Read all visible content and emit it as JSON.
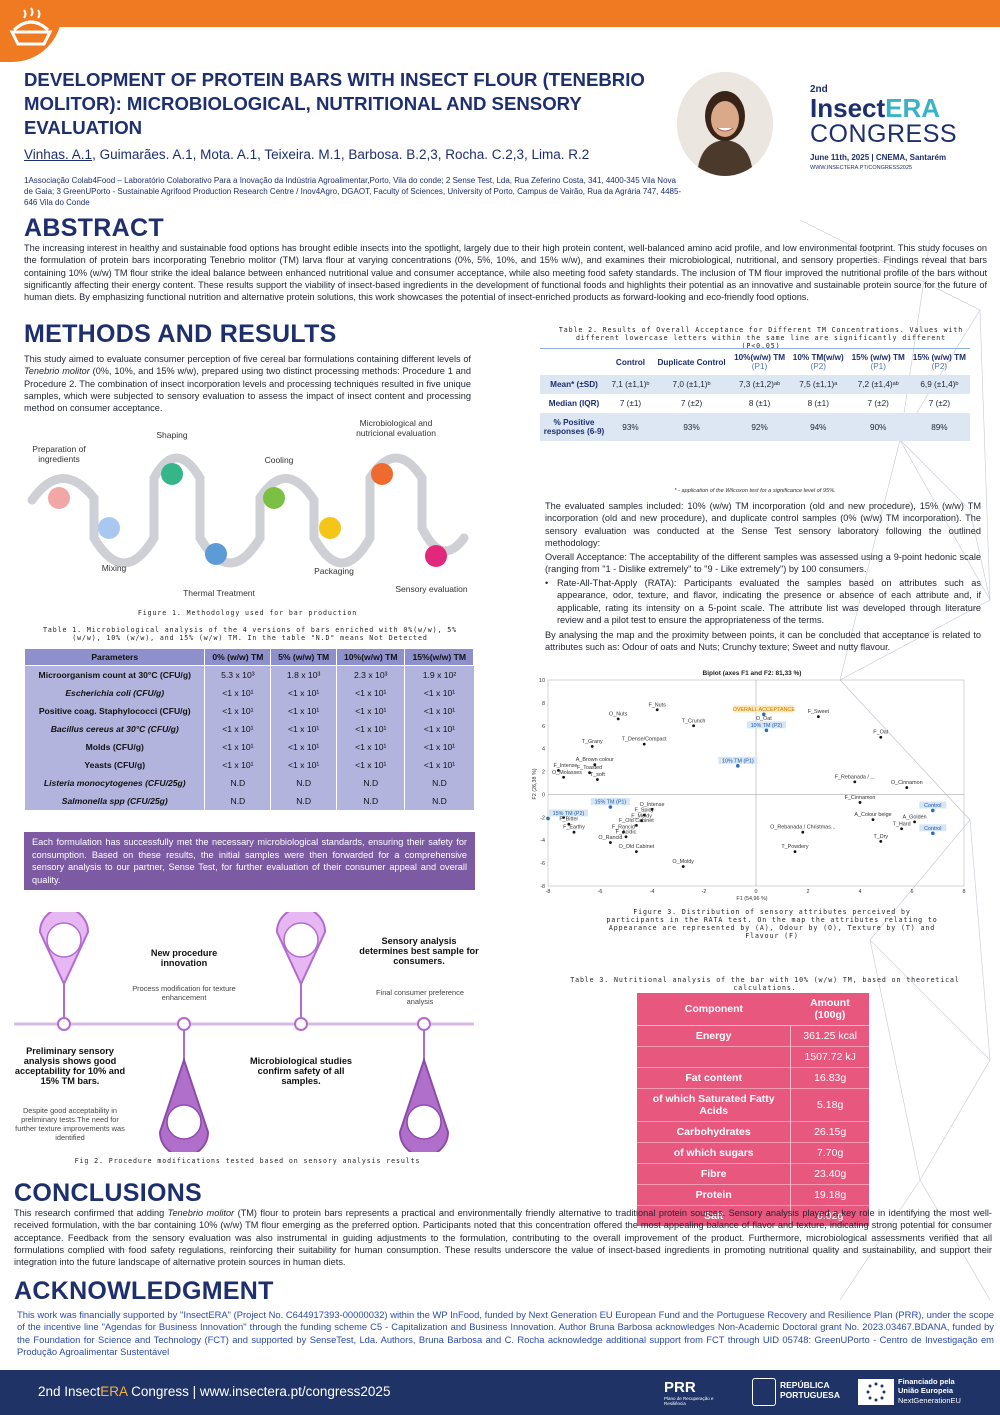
{
  "header": {
    "title": "DEVELOPMENT OF PROTEIN BARS WITH INSECT FLOUR (TENEBRIO MOLITOR): MICROBIOLOGICAL, NUTRITIONAL AND SENSORY EVALUATION",
    "first_author": "Vinhas. A.1",
    "other_authors": ", Guimarães. A.1, Mota. A.1, Teixeira. M.1, Barbosa. B.2,3, Rocha. C.2,3, Lima. R.2",
    "affiliations": "1Associação Colab4Food – Laboratório Colaborativo Para a Inovação da Indústria Agroalimentar,Porto, Vila do conde; 2 Sense Test, Lda, Rua Zeferino Costa, 341, 4400-345 Vila Nova de Gaia; 3 GreenUPorto - Sustainable Agrifood Production Research Centre / Inov4Agro, DGAOT, Faculty of Sciences, University of Porto, Campus de Vairão, Rua da Agrária 747, 4485-646 Vila do Conde"
  },
  "congress": {
    "edition": "2nd",
    "name_part1": "Insect",
    "name_part2": "ERA",
    "word": "CONGRESS",
    "date_place": "June 11th, 2025 | CNEMA, Santarém",
    "url": "WWW.INSECTERA.PT/CONGRESS2025"
  },
  "abstract": {
    "heading": "ABSTRACT",
    "text": "The increasing interest in healthy and sustainable food options has brought edible insects into the spotlight, largely due to their high protein content, well-balanced amino acid profile, and low environmental footprint. This study focuses on the formulation of protein bars incorporating Tenebrio molitor (TM) larva flour at varying concentrations (0%, 5%, 10%, and 15% w/w), and examines their microbiological, nutritional, and sensory properties. Findings reveal that bars containing 10% (w/w) TM flour strike the ideal balance between enhanced nutritional value and consumer acceptance, while also meeting food safety standards. The inclusion of TM flour improved the nutritional profile of the bars without significantly affecting their energy content. These results support the viability of insect-based ingredients in the development of functional foods and highlights their potential as an innovative and sustainable protein source for the future of human diets. By emphasizing functional nutrition and alternative protein solutions, this work showcases the potential of insect-enriched products as forward-looking and eco-friendly food options."
  },
  "methods": {
    "heading": "METHODS AND RESULTS",
    "intro_a": "This study aimed to evaluate consumer perception of five cereal bar formulations containing different levels of ",
    "intro_species": "Tenebrio molitor",
    "intro_b": " (0%, 10%, and 15% w/w), prepared using two distinct processing methods: Procedure 1 and Procedure 2. The combination of insect incorporation levels and processing techniques resulted in five unique samples, which were subjected to sensory evaluation to assess the impact of insect content and processing method on consumer acceptance.",
    "figure1_steps": {
      "preparation": "Preparation of ingredients",
      "mixing": "Mixing",
      "shaping": "Shaping",
      "thermal": "Thermal Treatment",
      "cooling": "Cooling",
      "packaging": "Packaging",
      "micro": "Microbiological and nutricional evaluation",
      "sensory": "Sensory evaluation"
    },
    "figure1_caption": "Figure 1. Methodology used for bar production",
    "table1_caption": "Table 1. Microbiological analysis of the 4 versions of bars enriched with 0%(w/w), 5% (w/w), 10% (w/w), and 15% (w/w) TM. In the table \"N.D\" means Not Detected",
    "table1_headers": [
      "Parameters",
      "0% (w/w) TM",
      "5% (w/w) TM",
      "10%(w/w) TM",
      "15%(w/w) TM"
    ],
    "table1_rows": [
      [
        "Microorganism count at 30°C (CFU/g)",
        "5.3 x 10³",
        "1.8 x 10³",
        "2.3 x 10³",
        "1.9 x 10²"
      ],
      [
        "Escherichia coli (CFU/g)",
        "<1 x 10¹",
        "<1 x 10¹",
        "<1 x 10¹",
        "<1 x 10¹"
      ],
      [
        "Positive coag. Staphylococci (CFU/g)",
        "<1 x 10¹",
        "<1 x 10¹",
        "<1 x 10¹",
        "<1 x 10¹"
      ],
      [
        "Bacillus cereus at 30°C (CFU/g)",
        "<1 x 10¹",
        "<1 x 10¹",
        "<1 x 10¹",
        "<1 x 10¹"
      ],
      [
        "Molds (CFU/g)",
        "<1 x 10¹",
        "<1 x 10¹",
        "<1 x 10¹",
        "<1 x 10¹"
      ],
      [
        "Yeasts (CFU/g)",
        "<1 x 10¹",
        "<1 x 10¹",
        "<1 x 10¹",
        "<1 x 10¹"
      ],
      [
        "Listeria monocytogenes (CFU/25g)",
        "N.D",
        "N.D",
        "N.D",
        "N.D"
      ],
      [
        "Salmonella spp (CFU/25g)",
        "N.D",
        "N.D",
        "N.D",
        "N.D"
      ]
    ],
    "table1_summary": "Each formulation has successfully met the necessary microbiological standards, ensuring their safety for consumption. Based on these results, the initial samples were then forwarded for a comprehensive sensory analysis to our partner, Sense Test, for further evaluation of their consumer appeal and overall quality.",
    "figure2": {
      "step1_bold": "Preliminary sensory analysis shows good acceptability for 10% and 15% TM bars.",
      "step1_note": "Despite good acceptability in preliminary tests.The need for further texture improvements was identified",
      "step2_bold": "New procedure innovation",
      "step2_note": "Process modification for texture enhancement",
      "step3_bold": "Microbiological studies confirm safety of all samples.",
      "step4_bold": "Sensory analysis determines best sample for consumers.",
      "step4_note": "Final consumer preference analysis",
      "caption": "Fig 2. Procedure modifications tested based on sensory analysis results"
    }
  },
  "table2": {
    "caption": "Table 2. Results of Overall Acceptance for Different TM Concentrations. Values with different lowercase letters within the same line are significantly different (P<0,05)",
    "headers": [
      {
        "main": "Control",
        "sub": ""
      },
      {
        "main": "Duplicate Control",
        "sub": ""
      },
      {
        "main": "10%(w/w) TM",
        "sub": "(P1)"
      },
      {
        "main": "10% TM(w/w)",
        "sub": "(P2)"
      },
      {
        "main": "15% (w/w) TM",
        "sub": "(P1)"
      },
      {
        "main": "15% (w/w) TM",
        "sub": "(P2)"
      }
    ],
    "rows": [
      {
        "label": "Mean* (±SD)",
        "values": [
          "7,1 (±1,1)ᵇ",
          "7,0 (±1,1)ᵇ",
          "7,3 (±1,2)ᵃᵇ",
          "7,5 (±1,1)ᵃ",
          "7,2 (±1,4)ᵃᵇ",
          "6,9 (±1,4)ᵇ"
        ],
        "shade": true
      },
      {
        "label": "Median (IQR)",
        "values": [
          "7 (±1)",
          "7 (±2)",
          "8 (±1)",
          "8 (±1)",
          "7 (±2)",
          "7 (±2)"
        ],
        "shade": false
      },
      {
        "label": "% Positive responses (6-9)",
        "values": [
          "93%",
          "93%",
          "92%",
          "94%",
          "90%",
          "89%"
        ],
        "shade": true
      }
    ],
    "footnote": "* - application of the Wilcoxon test for a significance level of 95%."
  },
  "sensory": {
    "p1": "The evaluated samples included: 10% (w/w) TM incorporation (old and new procedure), 15% (w/w) TM incorporation (old and new procedure), and duplicate control samples (0% (w/w) TM incorporation). The sensory evaluation was conducted at the Sense Test sensory laboratory following the outlined methodology:",
    "p2": "Overall Acceptance: The acceptability of the different samples was assessed using a 9-point hedonic scale (ranging from \"1 - Dislike extremely\" to \"9 - Like extremely\") by 100 consumers.",
    "bullet": "Rate-All-That-Apply (RATA): Participants evaluated the samples based on attributes such as appearance, odor, texture, and flavor, indicating the presence or absence of each attribute and, if applicable, rating its intensity on a 5-point scale. The attribute list was developed through literature review and a pilot test to ensure the appropriateness of the terms.",
    "p3": "By analysing the map and the proximity between points, it can be concluded that acceptance is related to attributes such as: Odour of oats and Nuts; Crunchy texture; Sweet and nutty flavour."
  },
  "chart_data": {
    "type": "scatter",
    "title": "Biplot (axes F1 and F2: 81,33 %)",
    "xlabel": "F1 (54,96 %)",
    "ylabel": "F2 (26,38 %)",
    "xlim": [
      -8,
      8
    ],
    "ylim": [
      -8,
      10
    ],
    "x_ticks": [
      "-8",
      "-6",
      "-4",
      "-2",
      "0",
      "2",
      "4",
      "6",
      "8"
    ],
    "y_ticks": [
      "10",
      "8",
      "6",
      "4",
      "2",
      "0",
      "-2",
      "-4",
      "-6",
      "-8"
    ],
    "grid": false,
    "series": [
      {
        "name": "Attributes",
        "color": "#111111",
        "points": [
          {
            "label": "F_Nuts",
            "x": -3.8,
            "y": 7.4
          },
          {
            "label": "O_Nuts",
            "x": -5.3,
            "y": 6.6
          },
          {
            "label": "T_Crunch",
            "x": -2.4,
            "y": 6.0
          },
          {
            "label": "O_Oat",
            "x": 0.3,
            "y": 6.2
          },
          {
            "label": "F_Sweet",
            "x": 2.4,
            "y": 6.8
          },
          {
            "label": "F_Oat",
            "x": 4.8,
            "y": 5.0
          },
          {
            "label": "T_Grany",
            "x": -6.3,
            "y": 4.2
          },
          {
            "label": "T_Dense/Compact",
            "x": -4.3,
            "y": 4.4
          },
          {
            "label": "A_Brown colour",
            "x": -6.2,
            "y": 2.6
          },
          {
            "label": "F_Intense",
            "x": -7.6,
            "y": 2.1
          },
          {
            "label": "F_Toasted",
            "x": -6.4,
            "y": 1.9
          },
          {
            "label": "O_Molasses",
            "x": -7.4,
            "y": 1.5
          },
          {
            "label": "T_soft",
            "x": -6.1,
            "y": 1.3
          },
          {
            "label": "F_Rebanada / ...",
            "x": 3.8,
            "y": 1.1
          },
          {
            "label": "O_Cinnamon",
            "x": 5.8,
            "y": 0.6
          },
          {
            "label": "F_Cinnamon",
            "x": 4.0,
            "y": -0.7
          },
          {
            "label": "F_Persistent",
            "x": -7.4,
            "y": -2.0
          },
          {
            "label": "F_Bitter",
            "x": -7.2,
            "y": -2.6
          },
          {
            "label": "F_Earthy",
            "x": -7.0,
            "y": -3.3
          },
          {
            "label": "O_Intense",
            "x": -4.0,
            "y": -1.3
          },
          {
            "label": "F_Spicy",
            "x": -4.3,
            "y": -1.8
          },
          {
            "label": "F_Moldy",
            "x": -4.4,
            "y": -2.3
          },
          {
            "label": "F_Old Cabinet",
            "x": -4.6,
            "y": -2.7
          },
          {
            "label": "F_Rancid",
            "x": -5.1,
            "y": -3.3
          },
          {
            "label": "F_Acidic",
            "x": -5.0,
            "y": -3.7
          },
          {
            "label": "O_Rancid",
            "x": -5.6,
            "y": -4.2
          },
          {
            "label": "O_Old Cabinet",
            "x": -4.6,
            "y": -5.0
          },
          {
            "label": "O_Moldy",
            "x": -2.8,
            "y": -6.3
          },
          {
            "label": "A_Colour beige",
            "x": 4.5,
            "y": -2.2
          },
          {
            "label": "T_Hard",
            "x": 5.6,
            "y": -3.0
          },
          {
            "label": "A_Golden",
            "x": 6.1,
            "y": -2.4
          },
          {
            "label": "T_Dry",
            "x": 4.8,
            "y": -4.1
          },
          {
            "label": "O_Rebanada / Christmas...",
            "x": 1.8,
            "y": -3.3
          },
          {
            "label": "T_Powdery",
            "x": 1.5,
            "y": -5.0
          }
        ]
      },
      {
        "name": "Samples",
        "color": "#2a6fb5",
        "points": [
          {
            "label": "OVERALL ACCEPTANCE",
            "x": 0.3,
            "y": 7.0
          },
          {
            "label": "10% TM (P2)",
            "x": 0.4,
            "y": 5.6
          },
          {
            "label": "10% TM (P1)",
            "x": -0.7,
            "y": 2.5
          },
          {
            "label": "15% TM (P1)",
            "x": -5.6,
            "y": -1.1
          },
          {
            "label": "15% TM (P2)",
            "x": -8.0,
            "y": -2.1
          },
          {
            "label": "Control",
            "x": 6.8,
            "y": -1.4
          },
          {
            "label": "Control",
            "x": 6.8,
            "y": -3.4
          }
        ]
      }
    ]
  },
  "figure3_caption": "Figure 3. Distribution of sensory attributes perceived by participants in the RATA test. On the map the attributes relating to Appearance are represented by (A), Odour by (O), Texture by (T) and Flavour (F)",
  "table3": {
    "caption": "Table 3. Nutritional analysis of the bar with 10% (w/w) TM, based on theoretical calculations.",
    "headers": [
      "Component",
      "Amount (100g)"
    ],
    "rows": [
      [
        "Energy",
        "361.25 kcal"
      ],
      [
        "",
        "1507.72 kJ"
      ],
      [
        "Fat content",
        "16.83g"
      ],
      [
        "of which Saturated Fatty Acids",
        "5.18g"
      ],
      [
        "Carbohydrates",
        "26.15g"
      ],
      [
        "of which sugars",
        "7.70g"
      ],
      [
        "Fibre",
        "23.40g"
      ],
      [
        "Protein",
        "19.18g"
      ],
      [
        "Salt",
        "0.02g"
      ]
    ]
  },
  "conclusions": {
    "heading": "CONCLUSIONS",
    "text_a": "This research confirmed that adding ",
    "species": "Tenebrio molitor",
    "text_b": " (TM) flour to protein bars represents a practical and environmentally friendly alternative to traditional protein sources. Sensory analysis played a key role in identifying the most well-received formulation, with the bar containing 10% (w/w) TM flour emerging as the preferred option. Participants noted that this concentration offered the most appealing balance of flavor and texture, indicating strong potential for consumer acceptance. Feedback from the sensory evaluation was also instrumental in guiding adjustments to the formulation, contributing to the overall improvement of the product. Furthermore, microbiological assessments verified that all formulations complied with food safety regulations, reinforcing their suitability for human consumption. These results underscore the value of insect-based ingredients in promoting nutritional quality and sustainability, and support their integration into the future landscape of alternative protein sources in human diets."
  },
  "acknowledgment": {
    "heading": "ACKNOWLEDGMENT",
    "text": "This work was financially supported by \"InsectERA\" (Project No. C644917393-00000032)  within the WP InFood, funded by Next Generation EU European Fund and the Portuguese Recovery and Resilience Plan (PRR), under the scope of the incentive line \"Agendas for Business Innovation\" through the funding scheme C5 - Capitalization and Business Innovation. Author Bruna Barbosa acknowledges Non-Academic Doctoral grant No. 2023.03467.BDANA, funded by the Foundation for Science and Technology (FCT) and supported by SenseTest, Lda. Authors, Bruna Barbosa and C. Rocha acknowledge additional support from FCT through UID 05748:  GreenUPorto - Centro de Investigação em Produção Agroalimentar Sustentável"
  },
  "footer": {
    "congress_a": "2nd Insect",
    "congress_b": "ERA",
    "congress_c": " Congress | www.insectera.pt/congress2025",
    "prr": "PRR",
    "prr_sub": "Plano de Recuperação e Resiliência",
    "republica": "REPÚBLICA PORTUGUESA",
    "eu_line1": "Financiado pela",
    "eu_line2": "União Europeia",
    "eu_line3": "NextGenerationEU"
  },
  "colors": {
    "orange": "#f07a22",
    "navy": "#1e2f6e",
    "lavender": "#b3b4de",
    "purple": "#7c5ba3",
    "pink": "#e8577e"
  }
}
